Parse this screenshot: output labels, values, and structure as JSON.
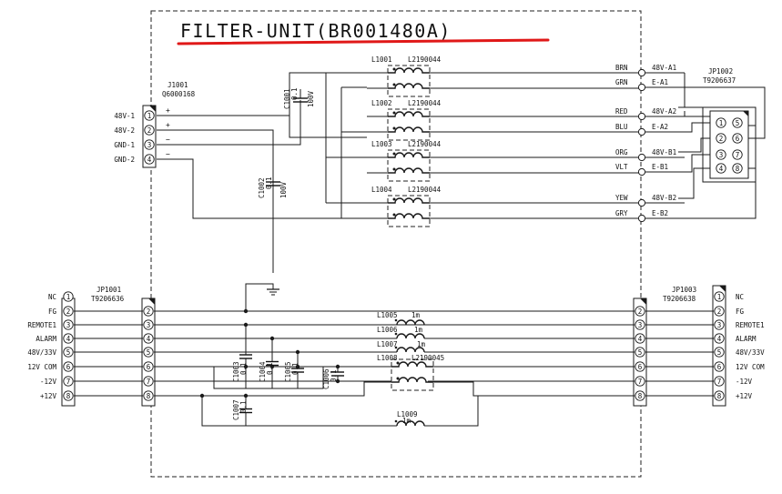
{
  "title": "FILTER-UNIT(BR001480A)",
  "accent_color": "#e01818",
  "j1001": {
    "ref": "J1001",
    "part": "Q6000168",
    "labels": [
      "48V-1",
      "48V-2",
      "GND-1",
      "GND-2"
    ],
    "signs": [
      "+",
      "+",
      "−",
      "−"
    ],
    "pins": [
      "1",
      "2",
      "3",
      "4"
    ]
  },
  "jp1002": {
    "ref": "JP1002",
    "part": "T9206637",
    "pins": [
      "1",
      "2",
      "3",
      "4",
      "5",
      "6",
      "7",
      "8"
    ]
  },
  "jp1001": {
    "ref": "JP1001",
    "part": "T9206636",
    "pins": [
      "1",
      "2",
      "3",
      "4",
      "5",
      "6",
      "7",
      "8"
    ],
    "labels": [
      "NC",
      "FG",
      "REMOTE1",
      "ALARM",
      "48V/33V",
      "12V COM",
      "-12V",
      "+12V"
    ]
  },
  "jp1003": {
    "ref": "JP1003",
    "part": "T9206638",
    "pins": [
      "1",
      "2",
      "3",
      "4",
      "5",
      "6",
      "7",
      "8"
    ],
    "labels": [
      "NC",
      "FG",
      "REMOTE1",
      "ALARM",
      "48V/33V",
      "12V COM",
      "-12V",
      "+12V"
    ]
  },
  "common_mode_chokes": [
    {
      "ref": "L1001",
      "part": "L2190044"
    },
    {
      "ref": "L1002",
      "part": "L2190044"
    },
    {
      "ref": "L1003",
      "part": "L2190044"
    },
    {
      "ref": "L1004",
      "part": "L2190044"
    },
    {
      "ref": "L1008",
      "part": "L2190045"
    }
  ],
  "inductors": [
    {
      "ref": "L1005",
      "value": "1m"
    },
    {
      "ref": "L1006",
      "value": "1m"
    },
    {
      "ref": "L1007",
      "value": "1m"
    },
    {
      "ref": "L1009",
      "value": "1m"
    }
  ],
  "capacitors": [
    {
      "ref": "C1001",
      "value": "0.1",
      "voltage": "100V"
    },
    {
      "ref": "C1002",
      "value": "0.1",
      "voltage": "100V"
    },
    {
      "ref": "C1003",
      "value": "0.1"
    },
    {
      "ref": "C1004",
      "value": "0.1"
    },
    {
      "ref": "C1005",
      "value": "0.1"
    },
    {
      "ref": "C1006",
      "value": "0.1"
    },
    {
      "ref": "C1007",
      "value": "0.1"
    }
  ],
  "output_lines": [
    {
      "color": "BRN",
      "net": "48V-A1"
    },
    {
      "color": "GRN",
      "net": "E-A1"
    },
    {
      "color": "RED",
      "net": "48V-A2"
    },
    {
      "color": "BLU",
      "net": "E-A2"
    },
    {
      "color": "ORG",
      "net": "48V-B1"
    },
    {
      "color": "VLT",
      "net": "E-B1"
    },
    {
      "color": "YEW",
      "net": "48V-B2"
    },
    {
      "color": "GRY",
      "net": "E-B2"
    }
  ]
}
